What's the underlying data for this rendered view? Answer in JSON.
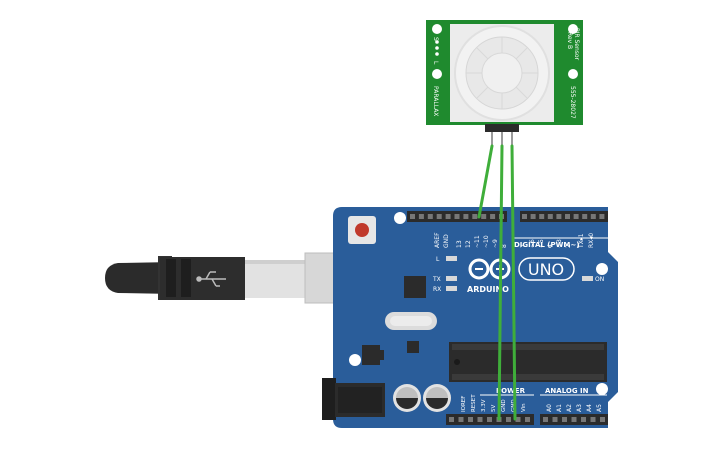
{
  "sensor": {
    "title_line1": "PIR Sensor",
    "title_line2": "Rev B",
    "part_number": "555-28027",
    "brand": "PARALLAX",
    "pins": [
      "S",
      "+",
      "-"
    ],
    "letter_L": "L"
  },
  "arduino": {
    "brand": "ARDUINO",
    "model": "UNO",
    "label_digital": "DIGITAL (PWM~)",
    "label_power": "POWER",
    "label_analog": "ANALOG IN",
    "label_aref": "AREF",
    "label_gnd": "GND",
    "digital_pins": [
      "13",
      "12",
      "~11",
      "~10",
      "~9",
      "8",
      "7",
      "~6",
      "~5",
      "4",
      "~3",
      "2",
      "TX▸1",
      "RX◂0"
    ],
    "power_pins": [
      "IOREF",
      "RESET",
      "3.3V",
      "5V",
      "GND",
      "GND",
      "Vin"
    ],
    "analog_pins": [
      "A0",
      "A1",
      "A2",
      "A3",
      "A4",
      "A5"
    ],
    "led_L": "L",
    "led_TX": "TX",
    "led_RX": "RX",
    "led_ON": "ON"
  },
  "colors": {
    "board": "#2a5d9a",
    "sensor_pcb": "#1f8a2e",
    "wire": "#3fae3a",
    "usb": "#2b2b2b"
  },
  "wiring": [
    {
      "from": "sensor.S",
      "to": "arduino.~11"
    },
    {
      "from": "sensor.+",
      "to": "arduino.5V"
    },
    {
      "from": "sensor.-",
      "to": "arduino.GND"
    }
  ]
}
